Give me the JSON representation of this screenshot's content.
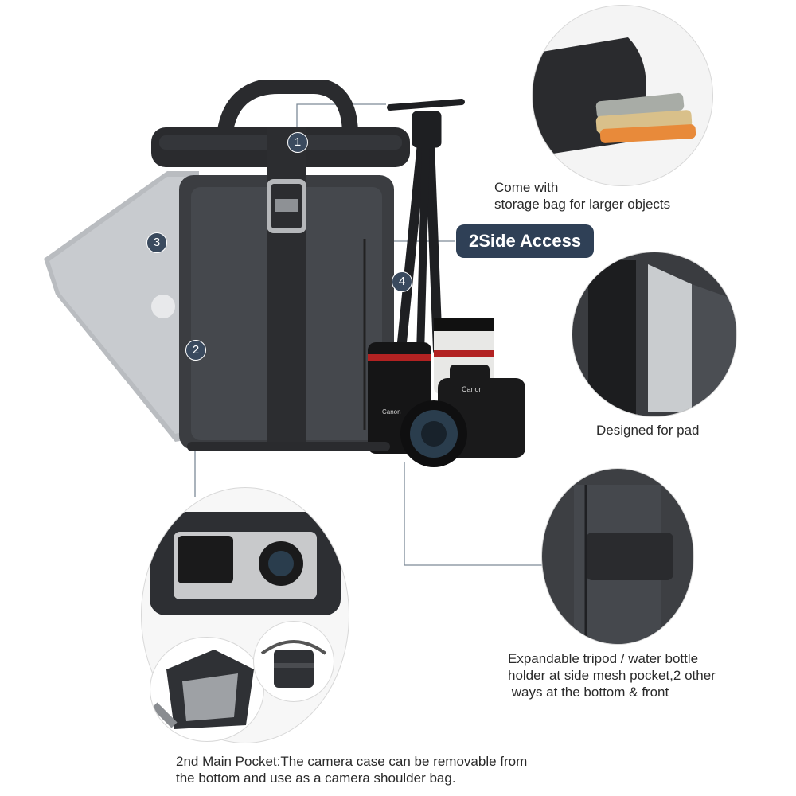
{
  "callouts": {
    "badge1": "1",
    "badge2": "2",
    "badge3": "3",
    "badge4": "4",
    "side_access": "2Side Access"
  },
  "captions": {
    "storage_bag": [
      "Come with",
      "storage bag for larger objects"
    ],
    "pad": "Designed for pad",
    "tripod": [
      "Expandable tripod / water bottle",
      "holder at side mesh pocket,2 other",
      " ways at the bottom & front"
    ],
    "main_pocket": [
      "2nd Main Pocket:The camera case can be removable from",
      "the bottom and use as a camera shoulder bag."
    ]
  },
  "brand_marks": {
    "camera": "Canon",
    "lens": "Canon"
  },
  "colors": {
    "badge": "#3a4a5e",
    "pill": "#2f4056",
    "bag": "#3b3d41",
    "line": "#7d8a97"
  }
}
